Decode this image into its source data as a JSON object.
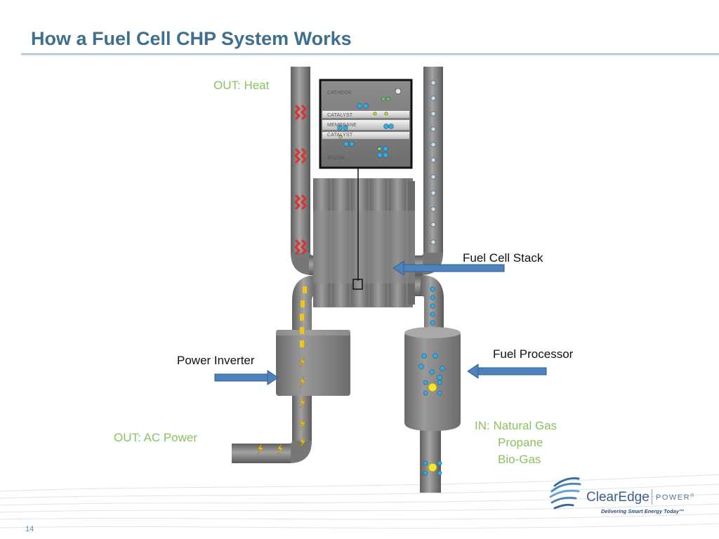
{
  "slide": {
    "title": "How a Fuel Cell CHP System Works",
    "page_number": "14"
  },
  "labels": {
    "out_heat": "OUT: Heat",
    "fuel_cell_stack": "Fuel Cell Stack",
    "power_inverter": "Power Inverter",
    "fuel_processor": "Fuel Processor",
    "out_ac_power": "OUT: AC Power",
    "in_natural_gas": "IN: Natural Gas",
    "in_propane": "Propane",
    "in_biogas": "Bio-Gas"
  },
  "stack_layers": {
    "cathode": "CATHODE",
    "catalyst_top": "CATALYST",
    "membrane": "MEMBRANE",
    "catalyst_bottom": "CATALYST",
    "anode": "ANODE"
  },
  "logo": {
    "name": "ClearEdge",
    "power": "POWER",
    "registered": "®",
    "tagline": "Delivering Smart Energy Today™"
  },
  "colors": {
    "title": "#3f6f8e",
    "green_label": "#8cc063",
    "pipe": "#7d7d7d",
    "arrow": "#4f81bd",
    "heat": "#d9352f",
    "power": "#f2c318",
    "molecule": "#39a9dc"
  }
}
